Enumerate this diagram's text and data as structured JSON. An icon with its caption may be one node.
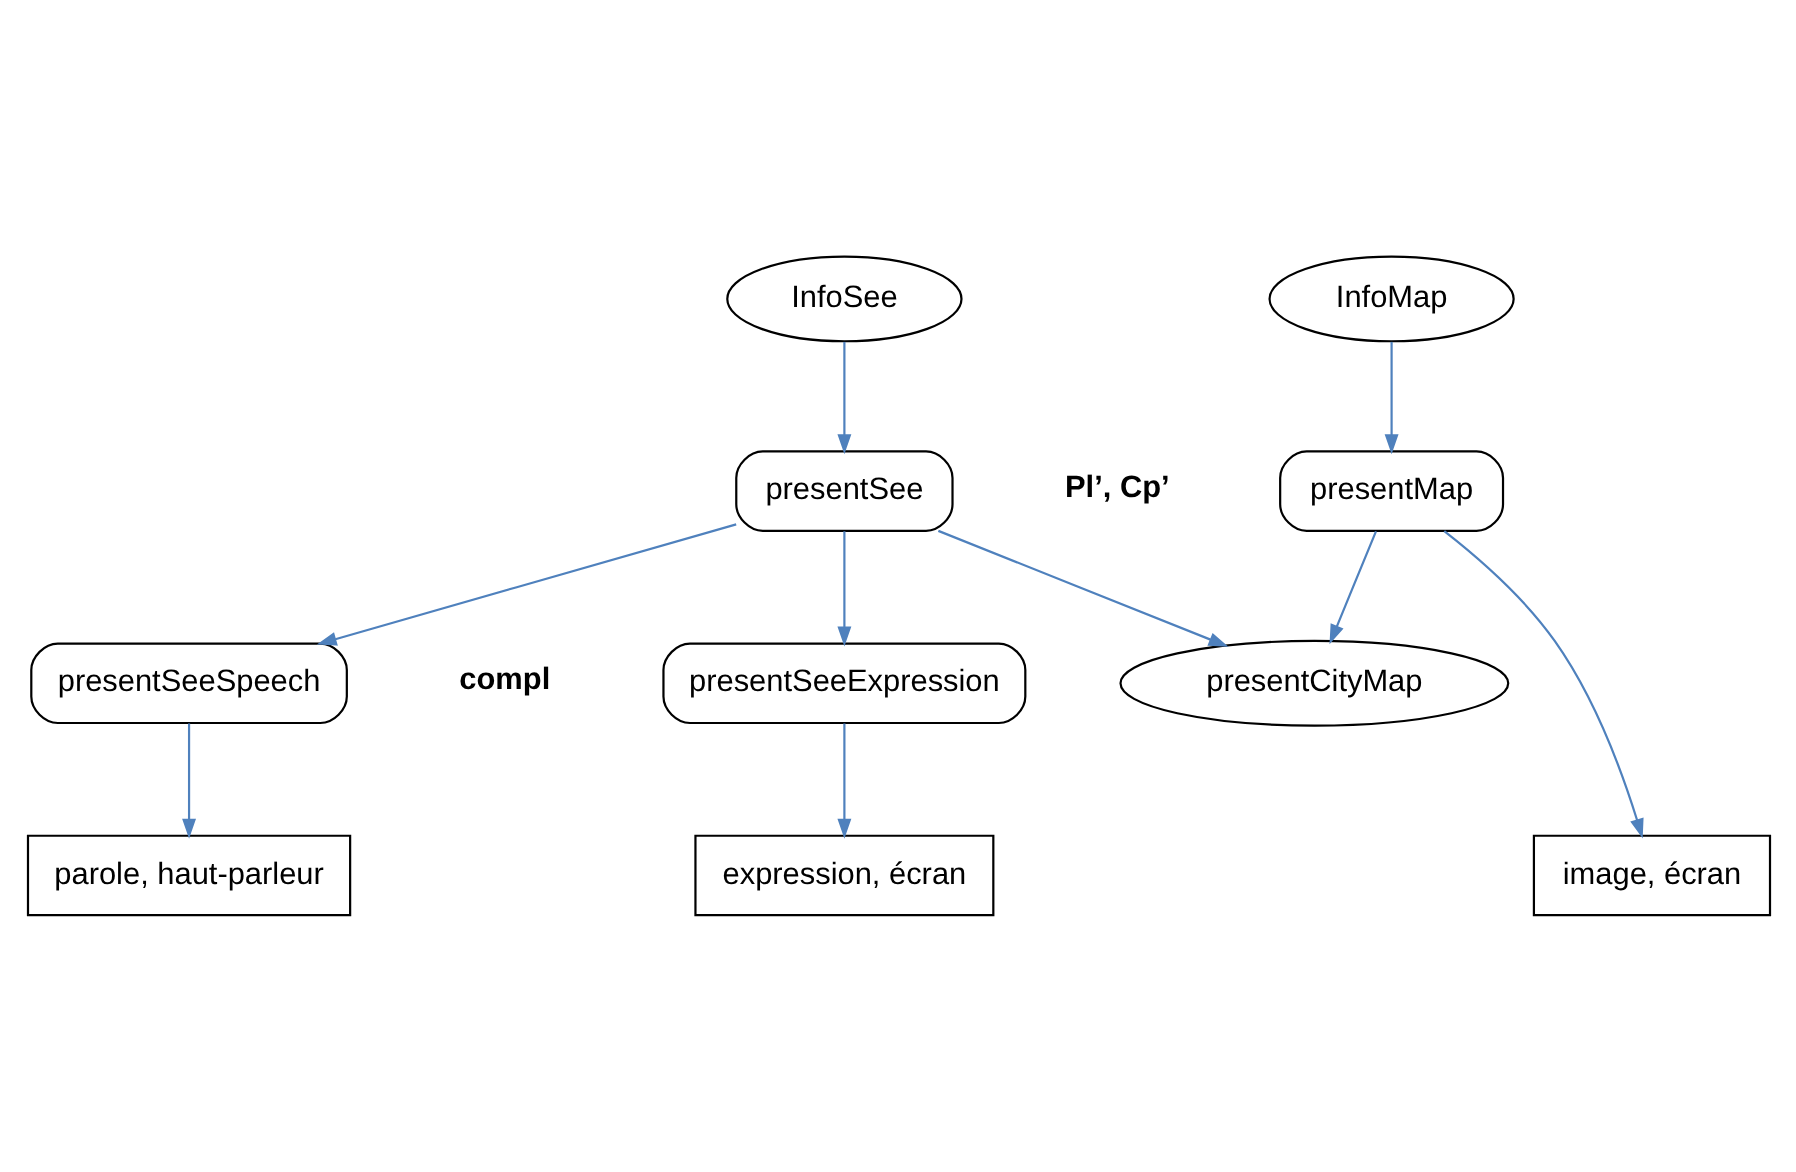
{
  "diagram": {
    "nodes": [
      {
        "text": [
          "presentCityMap"
        ]
      },
      {
        "text": [
          "InfoSee"
        ]
      },
      {
        "text": [
          "InfoMap"
        ]
      },
      {
        "text": [
          "presentSee"
        ]
      },
      {
        "text": [
          "presentMap"
        ]
      },
      {
        "text": [
          "presentSeeSpeech"
        ]
      },
      {
        "text": [
          "presentSeeExpression"
        ]
      },
      {
        "text": [
          "parole, haut-parleur"
        ]
      },
      {
        "text": [
          "expression, écran"
        ]
      },
      {
        "text": [
          "image, écran"
        ]
      }
    ],
    "edges": [
      {
        "from": 1,
        "to": 3,
        "arrow": "to"
      },
      {
        "from": 3,
        "to": 0,
        "arrow": "to"
      },
      {
        "from": 4,
        "to": 0,
        "arrow": "to"
      },
      {
        "from": 2,
        "to": 4,
        "arrow": "to"
      },
      {
        "from": 3,
        "to": 5,
        "arrow": "to"
      },
      {
        "from": 3,
        "to": 6,
        "arrow": "to"
      },
      {
        "from": 5,
        "to": 7,
        "arrow": "to"
      },
      {
        "from": 6,
        "to": 8,
        "arrow": "to"
      },
      {
        "from": 4,
        "to": 9,
        "arrow": "to"
      }
    ],
    "labels": [
      "Pl’, Cp’",
      "compl"
    ]
  }
}
